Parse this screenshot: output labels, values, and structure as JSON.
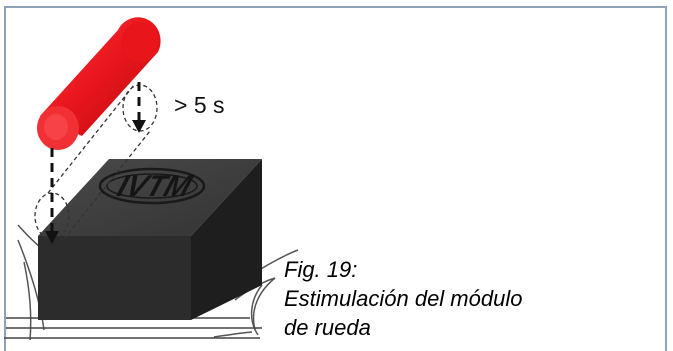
{
  "diagram": {
    "time_label": "> 5 s",
    "device_logo_text": "IVTM",
    "caption": {
      "line1": "Fig. 19:",
      "line2": "Estimulación del módulo",
      "line3": "de rueda"
    },
    "colors": {
      "frame": "#8ea3b7",
      "magnet": "#e8151b",
      "module": "#2c2c2c",
      "arrow": "#111111"
    }
  }
}
